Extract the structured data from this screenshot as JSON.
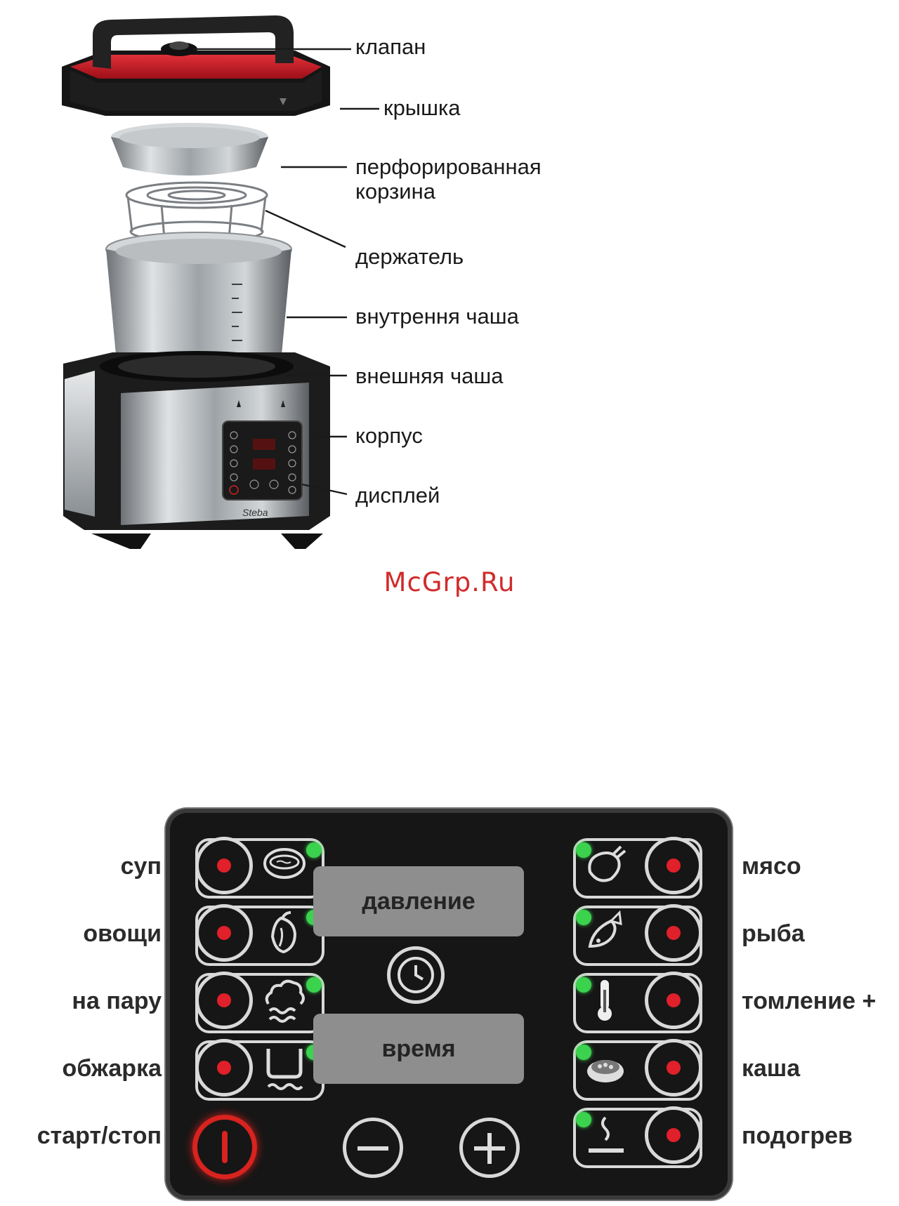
{
  "diagram": {
    "callouts": [
      {
        "id": "valve",
        "text": "клапан"
      },
      {
        "id": "lid",
        "text": "крышка"
      },
      {
        "id": "basket",
        "text": "перфорированная\nкорзина"
      },
      {
        "id": "holder",
        "text": "держатель"
      },
      {
        "id": "inner-bowl",
        "text": "внутрення чаша"
      },
      {
        "id": "outer-bowl",
        "text": "внешняя чаша"
      },
      {
        "id": "body",
        "text": "корпус"
      },
      {
        "id": "display",
        "text": "дисплей"
      }
    ],
    "device_brand": "Steba",
    "watermark": "McGrp.Ru"
  },
  "control_panel": {
    "left_buttons": [
      {
        "label": "суп",
        "icon": "soup-bowl-icon"
      },
      {
        "label": "овощи",
        "icon": "pepper-icon"
      },
      {
        "label": "на пару",
        "icon": "steam-icon"
      },
      {
        "label": "обжарка",
        "icon": "fry-pot-icon"
      }
    ],
    "start_stop_label": "старт/стоп",
    "right_buttons": [
      {
        "label": "мясо",
        "icon": "chicken-icon"
      },
      {
        "label": "рыба",
        "icon": "fish-icon"
      },
      {
        "label": "томление +",
        "icon": "thermometer-icon"
      },
      {
        "label": "каша",
        "icon": "porridge-icon"
      },
      {
        "label": "подогрев",
        "icon": "warming-icon"
      }
    ],
    "display_pressure": "давление",
    "display_time": "время",
    "colors": {
      "panel": "#161616",
      "led_green": "#3bd24e",
      "dot_red": "#e0202a",
      "start_ring": "#d8231f"
    }
  }
}
